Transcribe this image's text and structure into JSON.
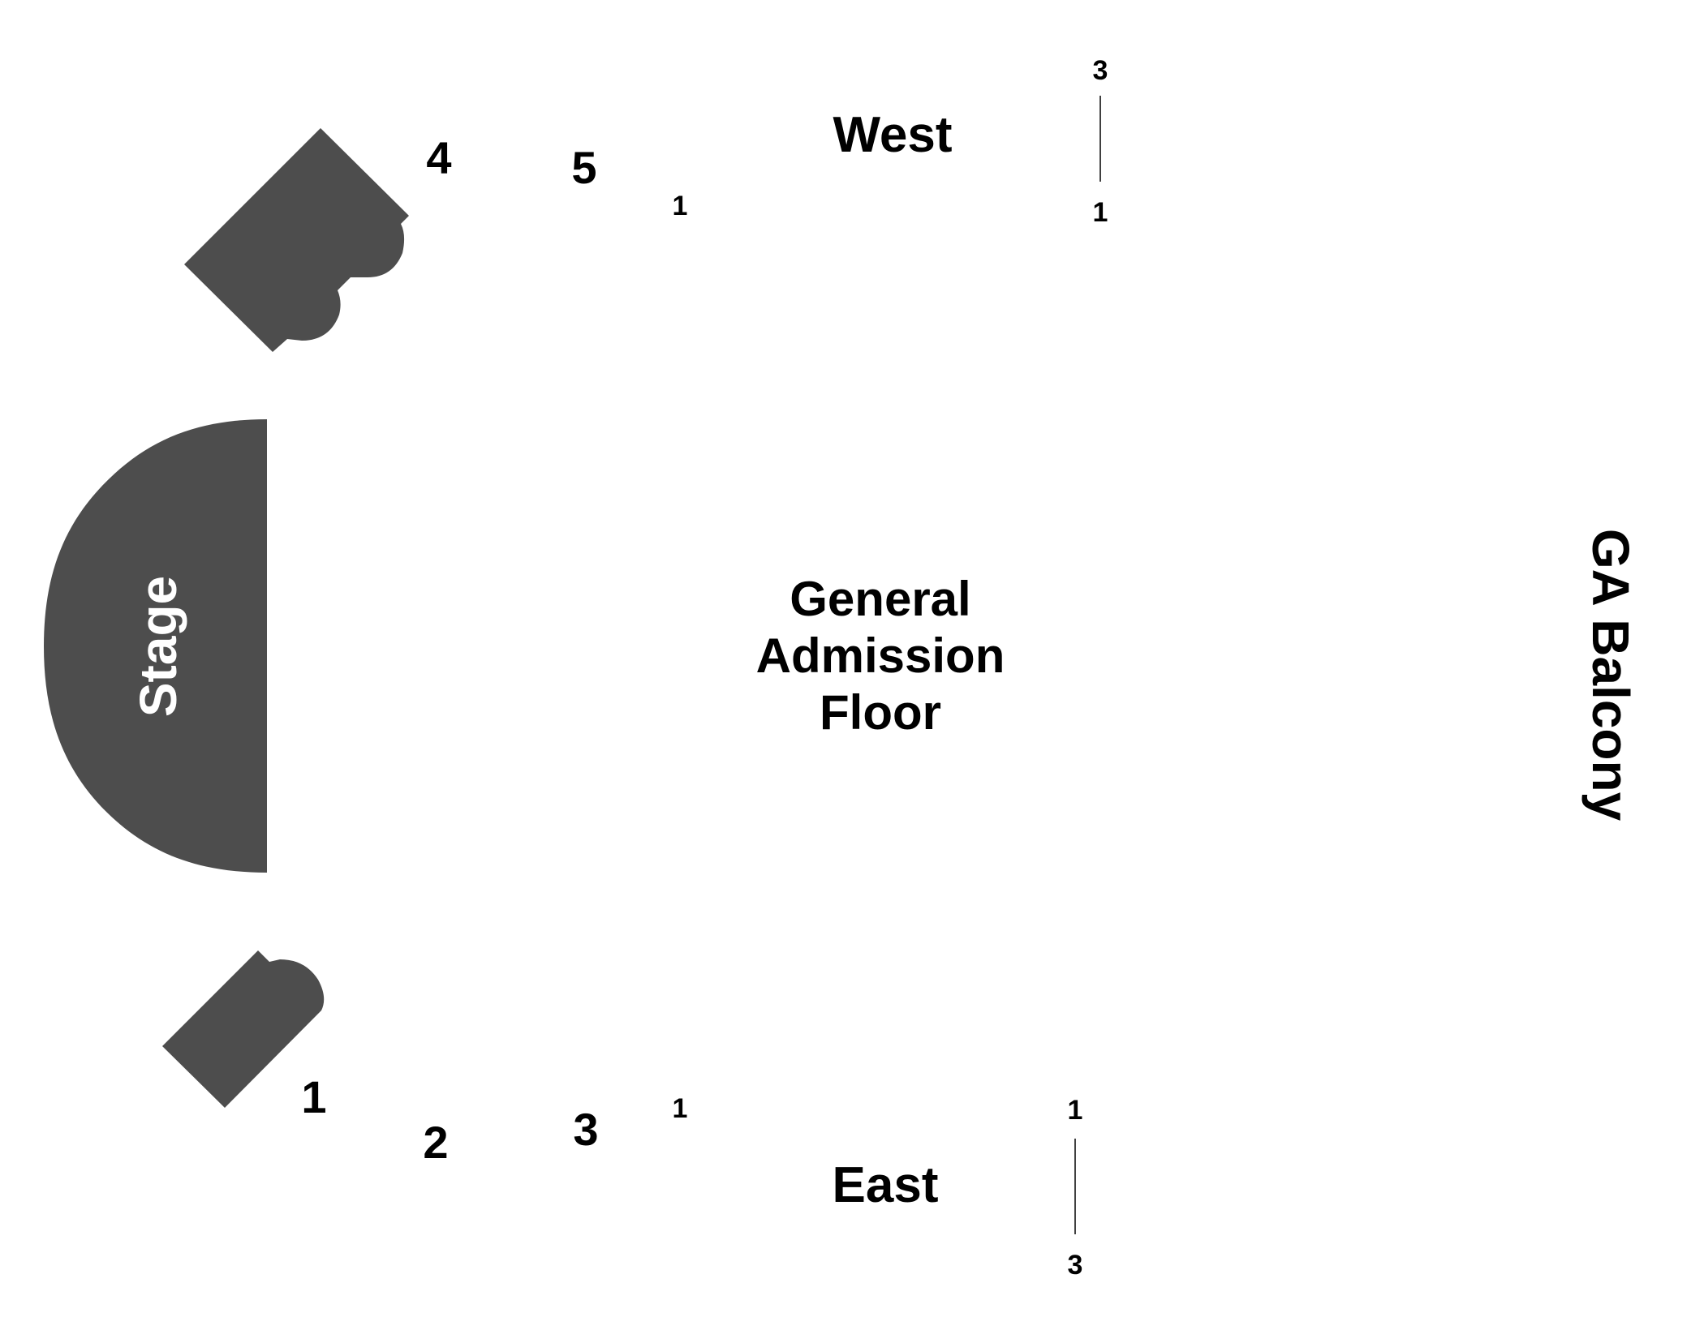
{
  "colors": {
    "background": "#ffffff",
    "structure_fill": "#4d4d4d",
    "text": "#000000",
    "stage_text": "#ffffff"
  },
  "stage": {
    "label": "Stage"
  },
  "floor": {
    "line1": "General",
    "line2": "Admission",
    "line3": "Floor"
  },
  "balcony": {
    "label": "GA Balcony"
  },
  "west": {
    "label": "West",
    "box_labels": [
      "4",
      "5"
    ],
    "row_start": "1",
    "row_range_top": "3",
    "row_range_bottom": "1"
  },
  "east": {
    "label": "East",
    "box_labels": [
      "1",
      "2",
      "3"
    ],
    "row_start": "1",
    "row_range_top": "1",
    "row_range_bottom": "3"
  }
}
